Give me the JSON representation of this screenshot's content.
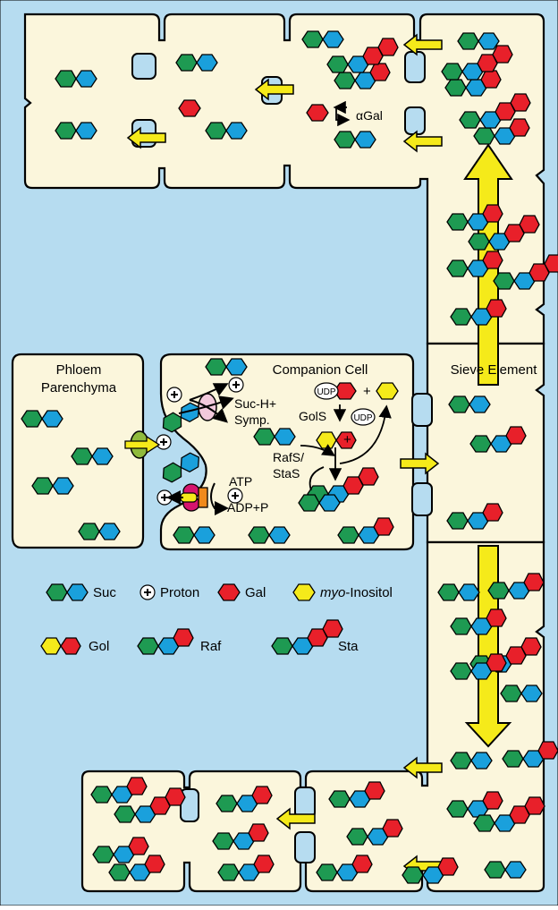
{
  "colors": {
    "background": "#b6dcf0",
    "cell": "#fbf6dc",
    "galactose": "#e8202a",
    "glucose": "#1e9a52",
    "fructose": "#1aa0dc",
    "inositol": "#f5ea1a",
    "arrow": "#f5ea1a",
    "transporter": "#8fba3c",
    "symporter": "#f2c9dc",
    "atpase_magenta": "#d6156e",
    "atpase_orange": "#f08a1c"
  },
  "cells": {
    "phloem_parenchyma": "Phloem Parenchyma",
    "companion_cell": "Companion Cell",
    "sieve_element": "Sieve Element"
  },
  "labels": {
    "alpha_gal": "αGal",
    "symporter": "Suc-H+ Symp.",
    "atp": "ATP",
    "adp": "ADP+P",
    "udp": "UDP",
    "gols": "GolS",
    "rafs": "RafS/",
    "stas": "StaS",
    "plus": "+"
  },
  "legend": {
    "suc": "Suc",
    "proton": "Proton",
    "gal": "Gal",
    "myo_italic": "myo",
    "inositol": "-Inositol",
    "gol": "Gol",
    "raf": "Raf",
    "sta": "Sta"
  },
  "icons": [
    "sucrose-icon",
    "proton-icon",
    "galactose-icon",
    "inositol-icon",
    "galactinol-icon",
    "raffinose-icon",
    "stachyose-icon",
    "transport-arrow-icon",
    "symporter-icon",
    "atpase-icon",
    "udp-icon"
  ]
}
